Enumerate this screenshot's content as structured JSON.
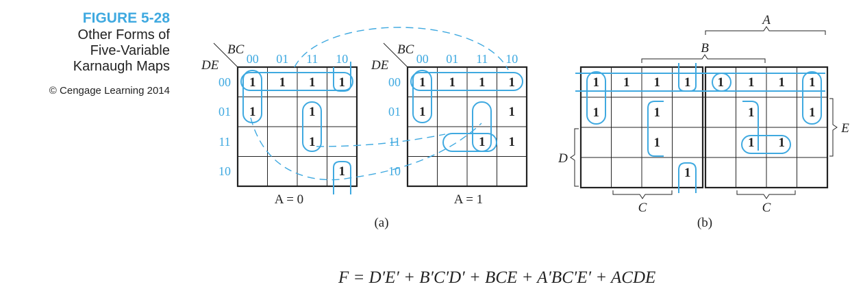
{
  "caption": {
    "figure_number": "FIGURE 5-28",
    "title_lines": [
      "Other Forms of",
      "Five-Variable",
      "Karnaugh Maps"
    ],
    "copyright": "© Cengage Learning 2014"
  },
  "colors": {
    "accent": "#3fa9e0",
    "ink": "#222222"
  },
  "map_a": {
    "row_var": "DE",
    "col_var": "BC",
    "col_labels": [
      "00",
      "01",
      "11",
      "10"
    ],
    "row_labels": [
      "00",
      "01",
      "11",
      "10"
    ],
    "left": {
      "label": "A = 0",
      "cells": [
        [
          "1",
          "1",
          "1",
          "1"
        ],
        [
          "1",
          "",
          "1",
          ""
        ],
        [
          "",
          "",
          "1",
          ""
        ],
        [
          "",
          "",
          "",
          "1"
        ]
      ]
    },
    "right": {
      "label": "A = 1",
      "cells": [
        [
          "1",
          "1",
          "1",
          "1"
        ],
        [
          "1",
          "",
          "",
          "1"
        ],
        [
          "",
          "",
          "1",
          "1"
        ],
        [
          "",
          "",
          "",
          ""
        ]
      ]
    },
    "subcaption": "(a)"
  },
  "map_b": {
    "cells": [
      [
        "1",
        "1",
        "1",
        "1",
        "1",
        "1",
        "1",
        "1"
      ],
      [
        "1",
        "",
        "1",
        "",
        "",
        "1",
        "",
        "1"
      ],
      [
        "",
        "",
        "1",
        "",
        "",
        "1",
        "1",
        ""
      ],
      [
        "",
        "",
        "",
        "1",
        "",
        "",
        "",
        ""
      ]
    ],
    "labels": {
      "A": "A",
      "B": "B",
      "C_left": "C",
      "C_right": "C",
      "D": "D",
      "E": "E"
    },
    "subcaption": "(b)"
  },
  "formula": "F = D′E′ + B′C′D′ + BCE + A′BC′E′ + ACDE"
}
